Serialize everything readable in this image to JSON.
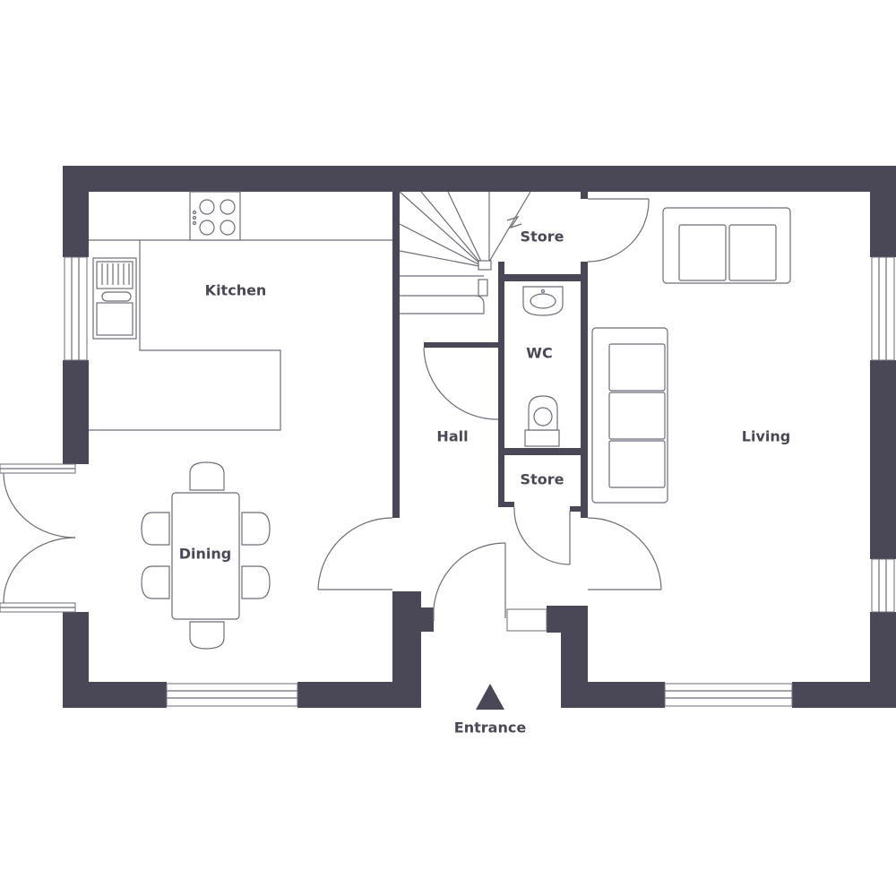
{
  "labels": {
    "kitchen": "Kitchen",
    "dining": "Dining",
    "hall": "Hall",
    "store_top": "Store",
    "wc": "WC",
    "store_bottom": "Store",
    "living": "Living",
    "entrance": "Entrance"
  },
  "colors": {
    "wall": "#4a4756",
    "line": "#6e6b79",
    "background": "#ffffff"
  }
}
